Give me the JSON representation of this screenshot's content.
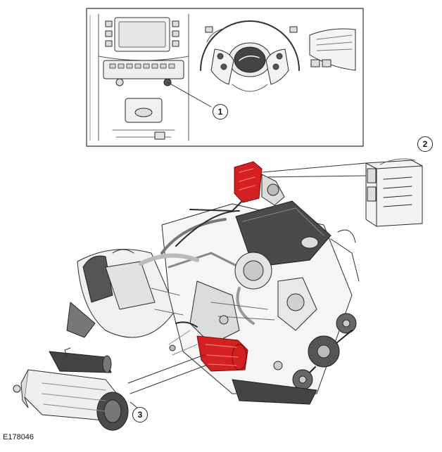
{
  "callouts": [
    {
      "id": 1,
      "label": "1"
    },
    {
      "id": 2,
      "label": "2"
    },
    {
      "id": 3,
      "label": "3"
    }
  ],
  "reference_code": "E178046",
  "colors": {
    "highlight": "#d42020",
    "line": "#2a2a2a",
    "fill_light": "#f2f2f2",
    "fill_mid": "#d8d8d8",
    "fill_dark": "#555555"
  }
}
